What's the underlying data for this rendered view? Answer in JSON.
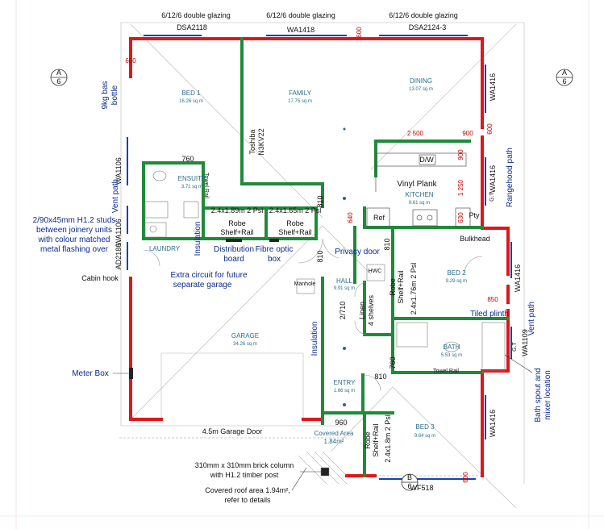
{
  "colors": {
    "existing_wall": "#e0161b",
    "new_wall": "#1f8a3a",
    "annotation_text": "#0a2a8a",
    "room_text": "#2b6e88",
    "dimension_red": "#c00000",
    "thin_line": "#9a9a9a"
  },
  "windows": {
    "glazing_left": "6/12/6 double glazing",
    "glazing_mid": "6/12/6 double glazing",
    "glazing_right": "6/12/6 double glazing",
    "dsa2118": "DSA2118",
    "wa1418": "WA1418",
    "dsa2124": "DSA2124-3",
    "wa1416_r1": "WA1416",
    "wa1416_r2": "WA1416",
    "wa1416_r3": "WA1416",
    "wa1416_r4": "WA1416",
    "wa1109": "WA1109",
    "wa1106_a": "WA1106",
    "wa1106_b": "WA1106",
    "ad2186": "AD2186",
    "wf518": "WF518"
  },
  "section_markers": {
    "left_letter": "A",
    "left_num": "6",
    "right_letter": "A",
    "right_num": "6",
    "bottom_letter": "B",
    "bottom_num": "6"
  },
  "rooms": {
    "bed1": {
      "name": "BED 1",
      "area": "16.26 sq m"
    },
    "family": {
      "name": "FAMILY",
      "area": "17.75 sq m"
    },
    "dining": {
      "name": "DINING",
      "area": "13.07 sq m"
    },
    "ensuite": {
      "name": "ENSUITE",
      "area": "3.71 sq m"
    },
    "kitchen": {
      "name": "KITCHEN",
      "area": "9.61 sq m"
    },
    "laundry": {
      "name": "LAUNDRY"
    },
    "hall": {
      "name": "HALL",
      "area": "9.91 sq m"
    },
    "bed2": {
      "name": "BED 2",
      "area": "9.29 sq m"
    },
    "garage": {
      "name": "GARAGE",
      "area": "34.26 sq m"
    },
    "bath": {
      "name": "BATH",
      "area": "5.53 sq m"
    },
    "entry": {
      "name": "ENTRY",
      "area": "1.66 sq m"
    },
    "bed3": {
      "name": "BED 3",
      "area": "9.64 sq m"
    },
    "covered": {
      "name": "Covered Area",
      "area": "1.84m²"
    }
  },
  "annotations": {
    "gas_bottle_1": "9kg bas",
    "gas_bottle_2": "bottle",
    "vent_path_left": "Vent path",
    "studs_1": "2/90x45mm H1.2 studs",
    "studs_2": "between joinery units",
    "studs_3": "with colour matched",
    "studs_4": "metal flashing over",
    "cabin_hook": "Cabin hook",
    "meter_box": "Meter Box",
    "toshiba_1": "Toshiba",
    "toshiba_2": "N3KV22",
    "robe1_dim": "2.4x1.89m 2 Psl",
    "robe1_a": "Robe",
    "robe1_b": "Shelf+Rail",
    "robe2_dim": "2.4x1.65m 2 Psl",
    "robe2_a": "Robe",
    "robe2_b": "Shelf+Rail",
    "insulation_top": "Insulation",
    "insulation_garage": "Insulation",
    "dist_board_1": "Distribution",
    "dist_board_2": "board",
    "fibre_1": "Fibre optic",
    "fibre_2": "box",
    "extra_circuit_1": "Extra circuit for future",
    "extra_circuit_2": "separate garage",
    "privacy_door": "Privacy door",
    "vinyl_plank": "Vinyl Plank",
    "dw": "D/W",
    "ref": "Ref",
    "pty": "Pty",
    "bulkhead": "Bulkhead",
    "rangehood": "Rangehood path",
    "vent_path_right": "Vent path",
    "tiled_plinth": "Tiled plinth",
    "linen_1": "Linen",
    "linen_2": "4 shelves",
    "robe3_dim": "2.4x1.76m 2 Psl",
    "robe3_a": "Robe",
    "robe3_b": "Shelf+Rail",
    "robe4_dim": "2.4x1.8m 2 Psl",
    "robe4_a": "Robe",
    "robe4_b": "Shelf+Rail",
    "bath_spout_1": "Bath spout and",
    "bath_spout_2": "mixer location",
    "garage_door": "4.5m  Garage Door",
    "brick_1": "310mm x 310mm brick column",
    "brick_2": "with H1.2 timber post",
    "covered_roof_1": "Covered roof area 1.94m²,",
    "covered_roof_2": "refer to details",
    "towel_rail": "Towel Rail",
    "towel_rail_bath": "Towel Rail",
    "hwc": "HWC",
    "manhole": "Manhole",
    "gt_1": "G.T",
    "gt_2": "G.T"
  },
  "dimensions": {
    "d600_top": "600",
    "d600_left": "600",
    "d600_right": "600",
    "d600_bottom": "600",
    "d2500": "2 500",
    "d900_a": "900",
    "d900_b": "900",
    "d1250": "1 250",
    "d640": "640",
    "d630": "630",
    "d850": "850",
    "d760_ens": "760",
    "d810_a": "810",
    "d810_b": "810",
    "d810_c": "810",
    "d810_d": "810",
    "d2710": "2/710",
    "d760_b": "760",
    "d960": "960"
  }
}
